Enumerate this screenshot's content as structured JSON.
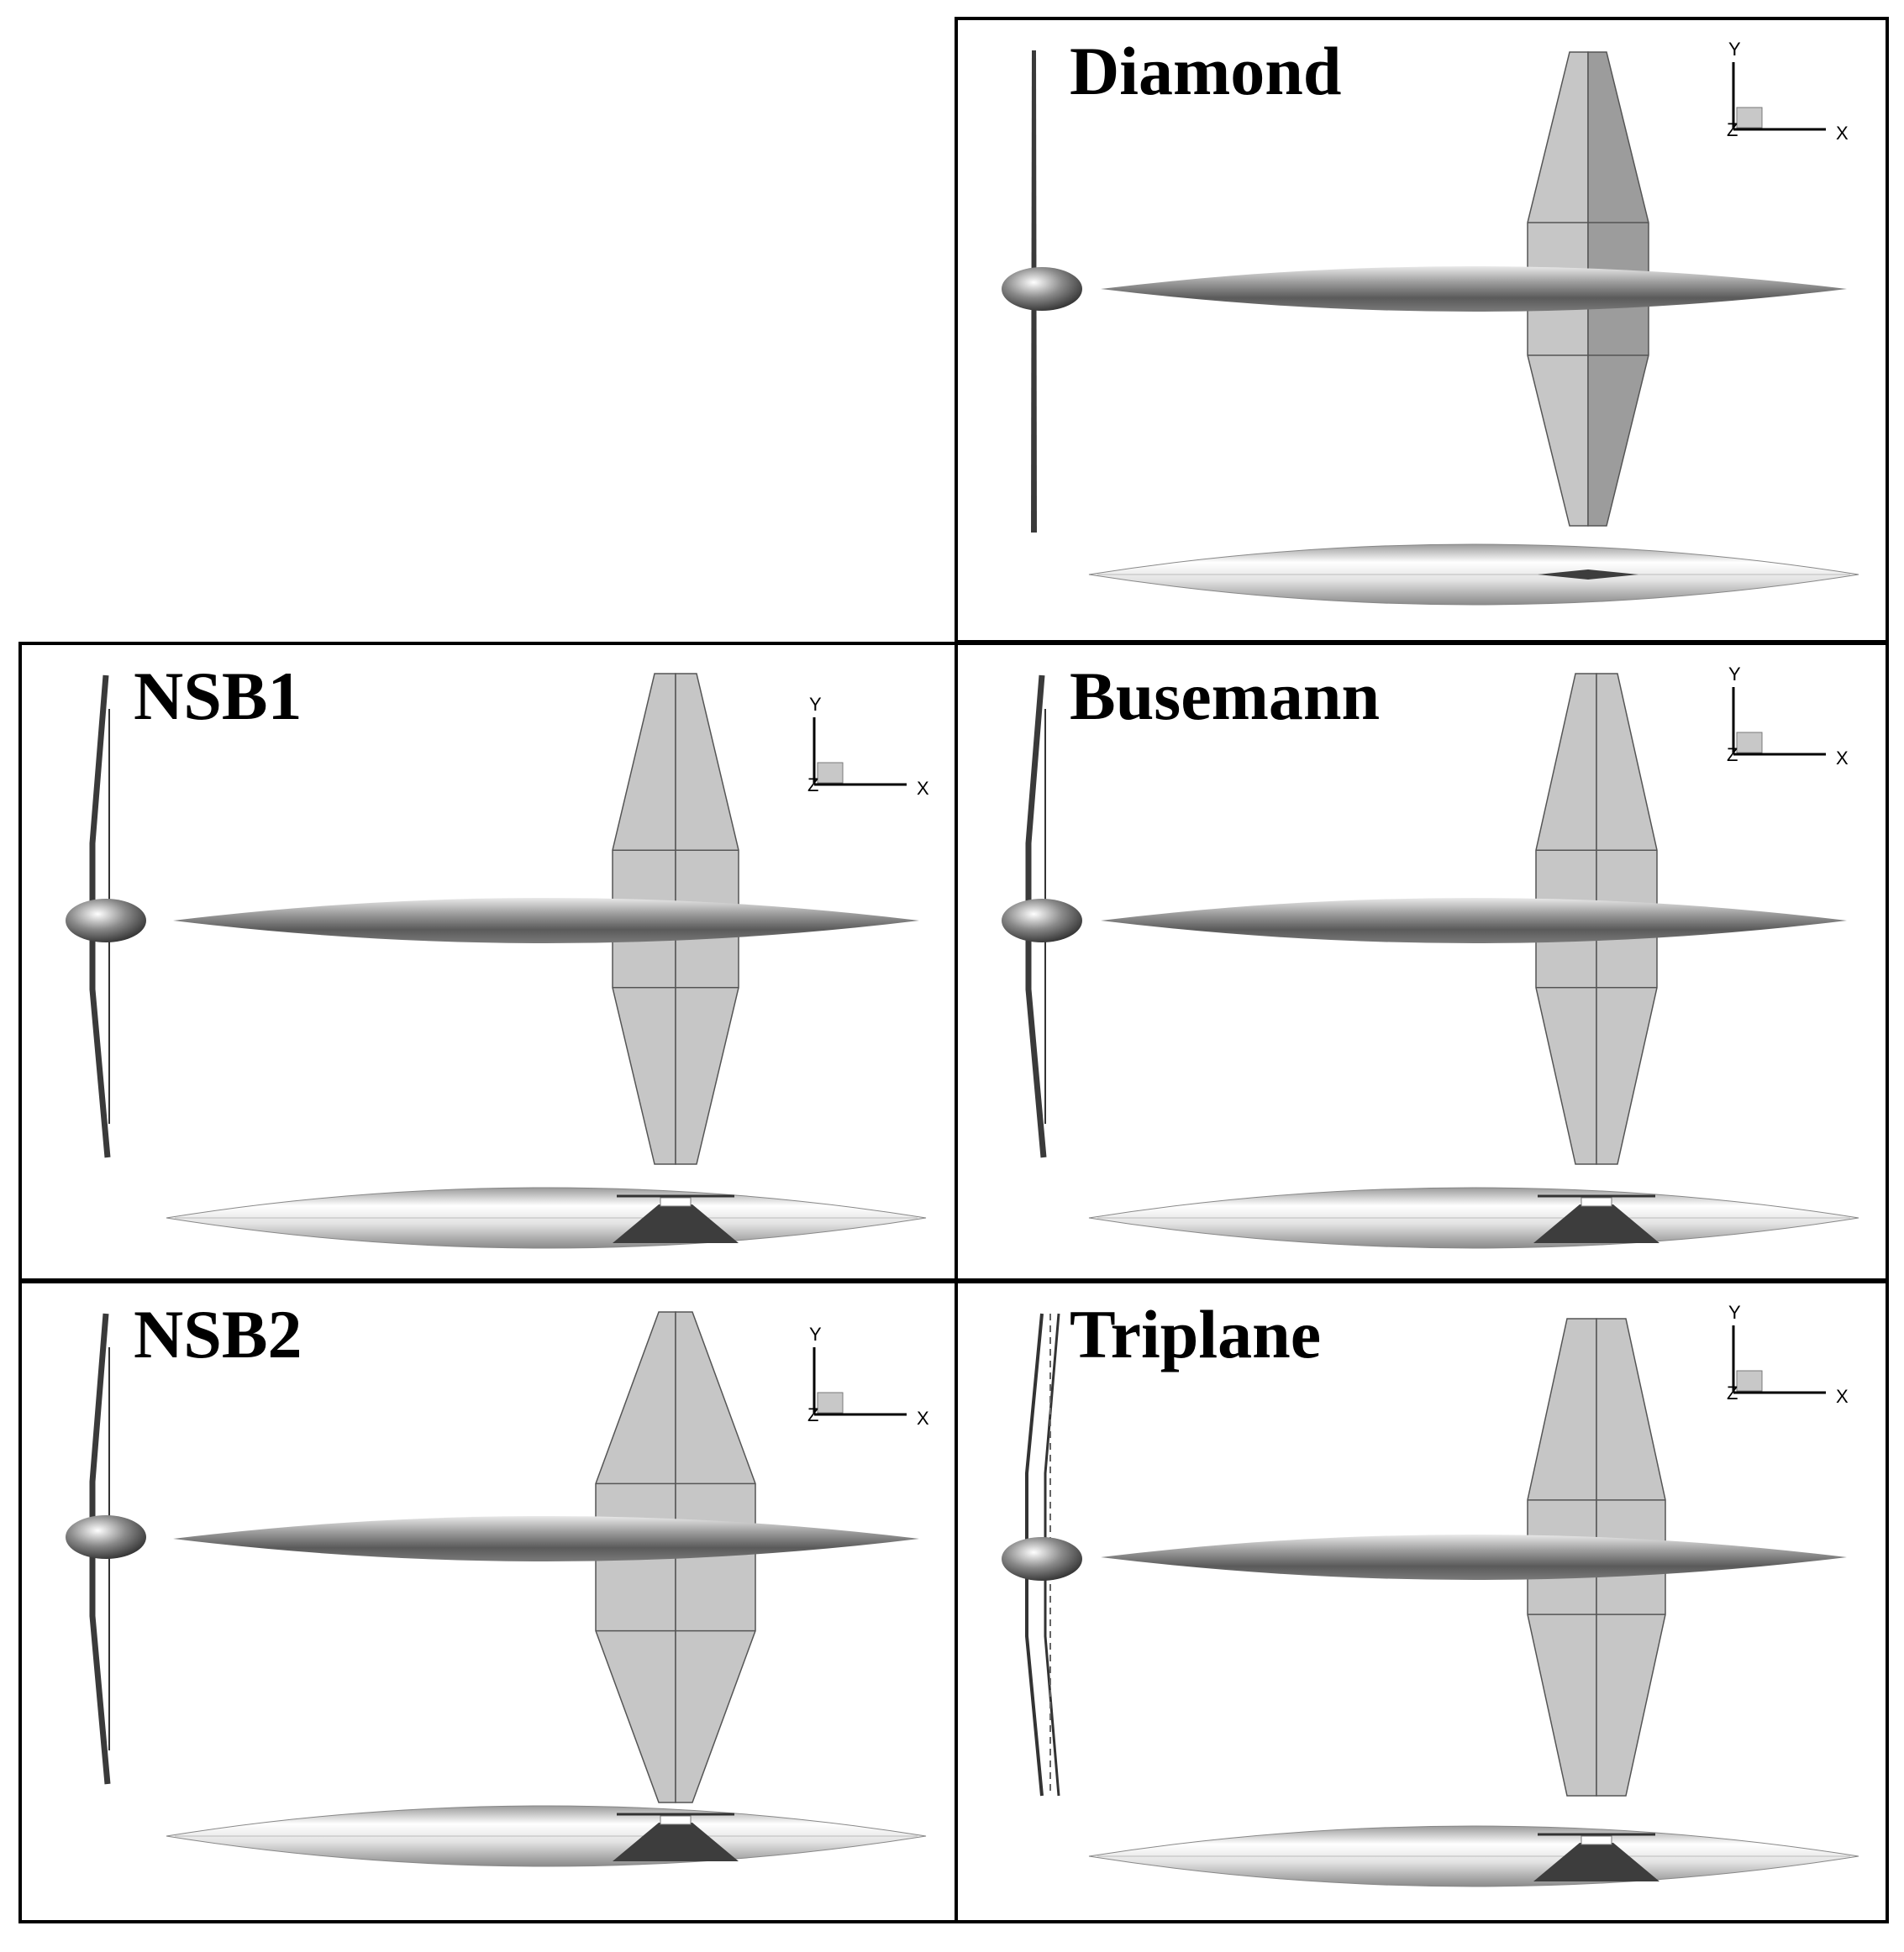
{
  "panels": [
    {
      "id": "diamond",
      "title": "Diamond",
      "wing": "diamond"
    },
    {
      "id": "nsb1",
      "title": "NSB1",
      "wing": "nsb1"
    },
    {
      "id": "busemann",
      "title": "Busemann",
      "wing": "busemann"
    },
    {
      "id": "nsb2",
      "title": "NSB2",
      "wing": "nsb2"
    },
    {
      "id": "triplane",
      "title": "Triplane",
      "wing": "triplane"
    }
  ],
  "axes": {
    "x_label": "X",
    "y_label": "Y",
    "z_label": "Z"
  },
  "colors": {
    "frame": "#000000",
    "wing_light": "#c6c6c6",
    "wing_dark": "#9c9c9c",
    "edge": "#555555",
    "underside_wedge": "#3d3d3d"
  }
}
